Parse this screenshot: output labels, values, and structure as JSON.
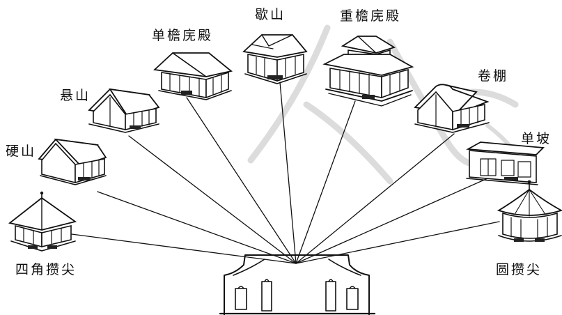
{
  "labels": {
    "danyan_wudian": "单檐庑殿",
    "xieshan": "歇山",
    "chongyan_wudian": "重檐庑殿",
    "xuanshan": "悬山",
    "juanpeng": "卷棚",
    "yingshan": "硬山",
    "danpo": "单坡",
    "sijiao_cuanjian": "四角攒尖",
    "yuan_cuanjian": "圆攒尖"
  },
  "colors": {
    "ink": "#111111",
    "background": "#ffffff",
    "watermark": "#dcdcdc"
  }
}
